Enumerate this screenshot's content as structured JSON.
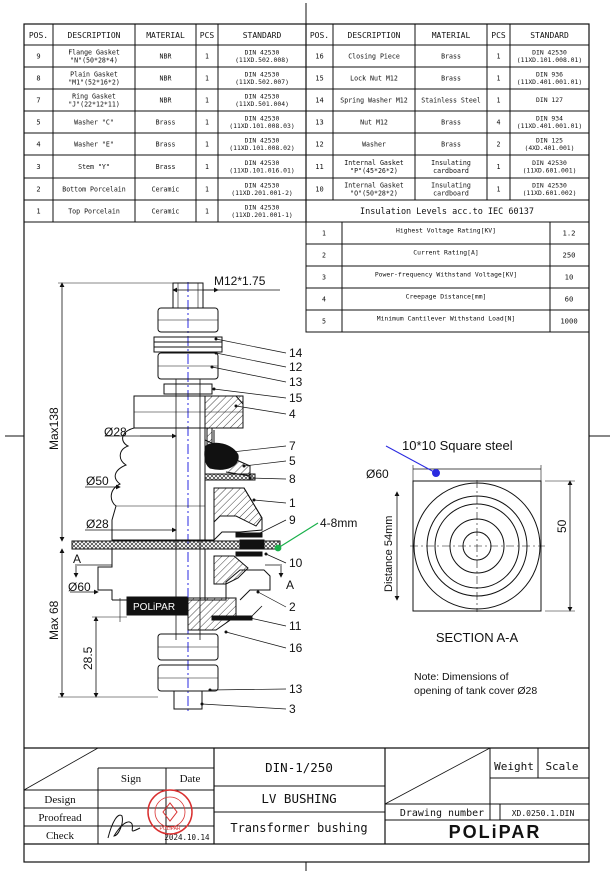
{
  "bom_headers": {
    "pos": "POS.",
    "desc": "DESCRIPTION",
    "mat": "MATERIAL",
    "pcs": "PCS",
    "std": "STANDARD"
  },
  "bom_left": [
    {
      "pos": "9",
      "desc": [
        "Flange Gasket",
        "\"N\"(50*28*4)"
      ],
      "mat": "NBR",
      "pcs": "1",
      "std": [
        "DIN 42530",
        "(11XD.502.008)"
      ]
    },
    {
      "pos": "8",
      "desc": [
        "Plain Gasket",
        "\"M1\"(52*16*2)"
      ],
      "mat": "NBR",
      "pcs": "1",
      "std": [
        "DIN 42530",
        "(11XD.502.007)"
      ]
    },
    {
      "pos": "7",
      "desc": [
        "Ring Gasket",
        "\"J\"(22*12*11)"
      ],
      "mat": "NBR",
      "pcs": "1",
      "std": [
        "DIN 42530",
        "(11XD.501.004)"
      ]
    },
    {
      "pos": "5",
      "desc": [
        "Washer \"C\""
      ],
      "mat": "Brass",
      "pcs": "1",
      "std": [
        "DIN 42530",
        "(11XD.101.008.03)"
      ]
    },
    {
      "pos": "4",
      "desc": [
        "Washer \"E\""
      ],
      "mat": "Brass",
      "pcs": "1",
      "std": [
        "DIN 42530",
        "(11XD.101.008.02)"
      ]
    },
    {
      "pos": "3",
      "desc": [
        "Stem \"Y\""
      ],
      "mat": "Brass",
      "pcs": "1",
      "std": [
        "DIN 42530",
        "(11XD.101.016.01)"
      ]
    },
    {
      "pos": "2",
      "desc": [
        "Bottom Porcelain"
      ],
      "mat": "Ceramic",
      "pcs": "1",
      "std": [
        "DIN 42530",
        "(11XD.201.001-2)"
      ]
    },
    {
      "pos": "1",
      "desc": [
        "Top Porcelain"
      ],
      "mat": "Ceramic",
      "pcs": "1",
      "std": [
        "DIN 42530",
        "(11XD.201.001-1)"
      ]
    }
  ],
  "bom_right": [
    {
      "pos": "16",
      "desc": [
        "Closing Piece"
      ],
      "mat": [
        "Brass"
      ],
      "pcs": "1",
      "std": [
        "DIN 42530",
        "(11XD.101.008.01)"
      ]
    },
    {
      "pos": "15",
      "desc": [
        "Lock Nut M12"
      ],
      "mat": [
        "Brass"
      ],
      "pcs": "1",
      "std": [
        "DIN 936",
        "(11XD.401.001.01)"
      ]
    },
    {
      "pos": "14",
      "desc": [
        "Spring Washer M12"
      ],
      "mat": [
        "Stainless Steel"
      ],
      "pcs": "1",
      "std": [
        "DIN 127"
      ]
    },
    {
      "pos": "13",
      "desc": [
        "Nut M12"
      ],
      "mat": [
        "Brass"
      ],
      "pcs": "4",
      "std": [
        "DIN 934",
        "(11XD.401.001.01)"
      ]
    },
    {
      "pos": "12",
      "desc": [
        "Washer"
      ],
      "mat": [
        "Brass"
      ],
      "pcs": "2",
      "std": [
        "DIN 125",
        "(4XD.401.001)"
      ]
    },
    {
      "pos": "11",
      "desc": [
        "Internal Gasket",
        "\"P\"(45*26*2)"
      ],
      "mat": [
        "Insulating",
        "cardboard"
      ],
      "pcs": "1",
      "std": [
        "DIN 42530",
        "(11XD.601.001)"
      ]
    }
  ],
  "bom_row10": {
    "pos": "10",
    "desc": [
      "Internal Gasket",
      "\"O\"(50*28*2)"
    ],
    "mat": [
      "Insulating",
      "cardboard"
    ],
    "pcs": "1",
    "std": [
      "DIN 42530",
      "(11XD.601.002)"
    ]
  },
  "insulation": {
    "title": "Insulation Levels acc.to IEC 60137",
    "rows": [
      {
        "n": "1",
        "label": "Highest Voltage Rating[KV]",
        "value": "1.2"
      },
      {
        "n": "2",
        "label": "Current Rating[A]",
        "value": "250"
      },
      {
        "n": "3",
        "label": "Power-frequency Withstand Voltage[KV]",
        "value": "10"
      },
      {
        "n": "4",
        "label": "Creepage Distance[mm]",
        "value": "60"
      },
      {
        "n": "5",
        "label": "Minimum Cantilever Withstand Load[N]",
        "value": "1000"
      }
    ]
  },
  "dims": {
    "thread": "M12*1.75",
    "max138": "Max138",
    "max68": "Max 68",
    "d28a": "Ø28",
    "d50": "Ø50",
    "d28b": "Ø28",
    "d60": "Ø60",
    "h28_5": "28.5",
    "sec_a": "A",
    "gasket_range": "4-8mm",
    "brand_badge": "POLiPAR"
  },
  "callouts": [
    "14",
    "12",
    "13",
    "15",
    "4",
    "7",
    "5",
    "8",
    "1",
    "9",
    "10",
    "2",
    "11",
    "16",
    "13",
    "3"
  ],
  "section": {
    "square_steel": "10*10  Square steel",
    "d60": "Ø60",
    "distance": "Distance 54mm",
    "dim50": "50",
    "title": "SECTION A-A",
    "note_line1": "Note:  Dimensions of",
    "note_line2": "opening of tank cover Ø28"
  },
  "title_block": {
    "sign": "Sign",
    "date": "Date",
    "design": "Design",
    "proofread": "Proofread",
    "check": "Check",
    "date_value": "2024.10.14",
    "code": "DIN-1/250",
    "name": "LV  BUSHING",
    "subtitle": "Transformer bushing",
    "weight": "Weight",
    "scale": "Scale",
    "drawing_number_label": "Drawing number",
    "drawing_number": "XD.0250.1.DIN",
    "logo": "POLiPAR",
    "stamp": "POLiPAR"
  },
  "colors": {
    "centerline": "#2a2ae0",
    "callout_green": "#18b04a",
    "stamp_red": "#d93030"
  }
}
